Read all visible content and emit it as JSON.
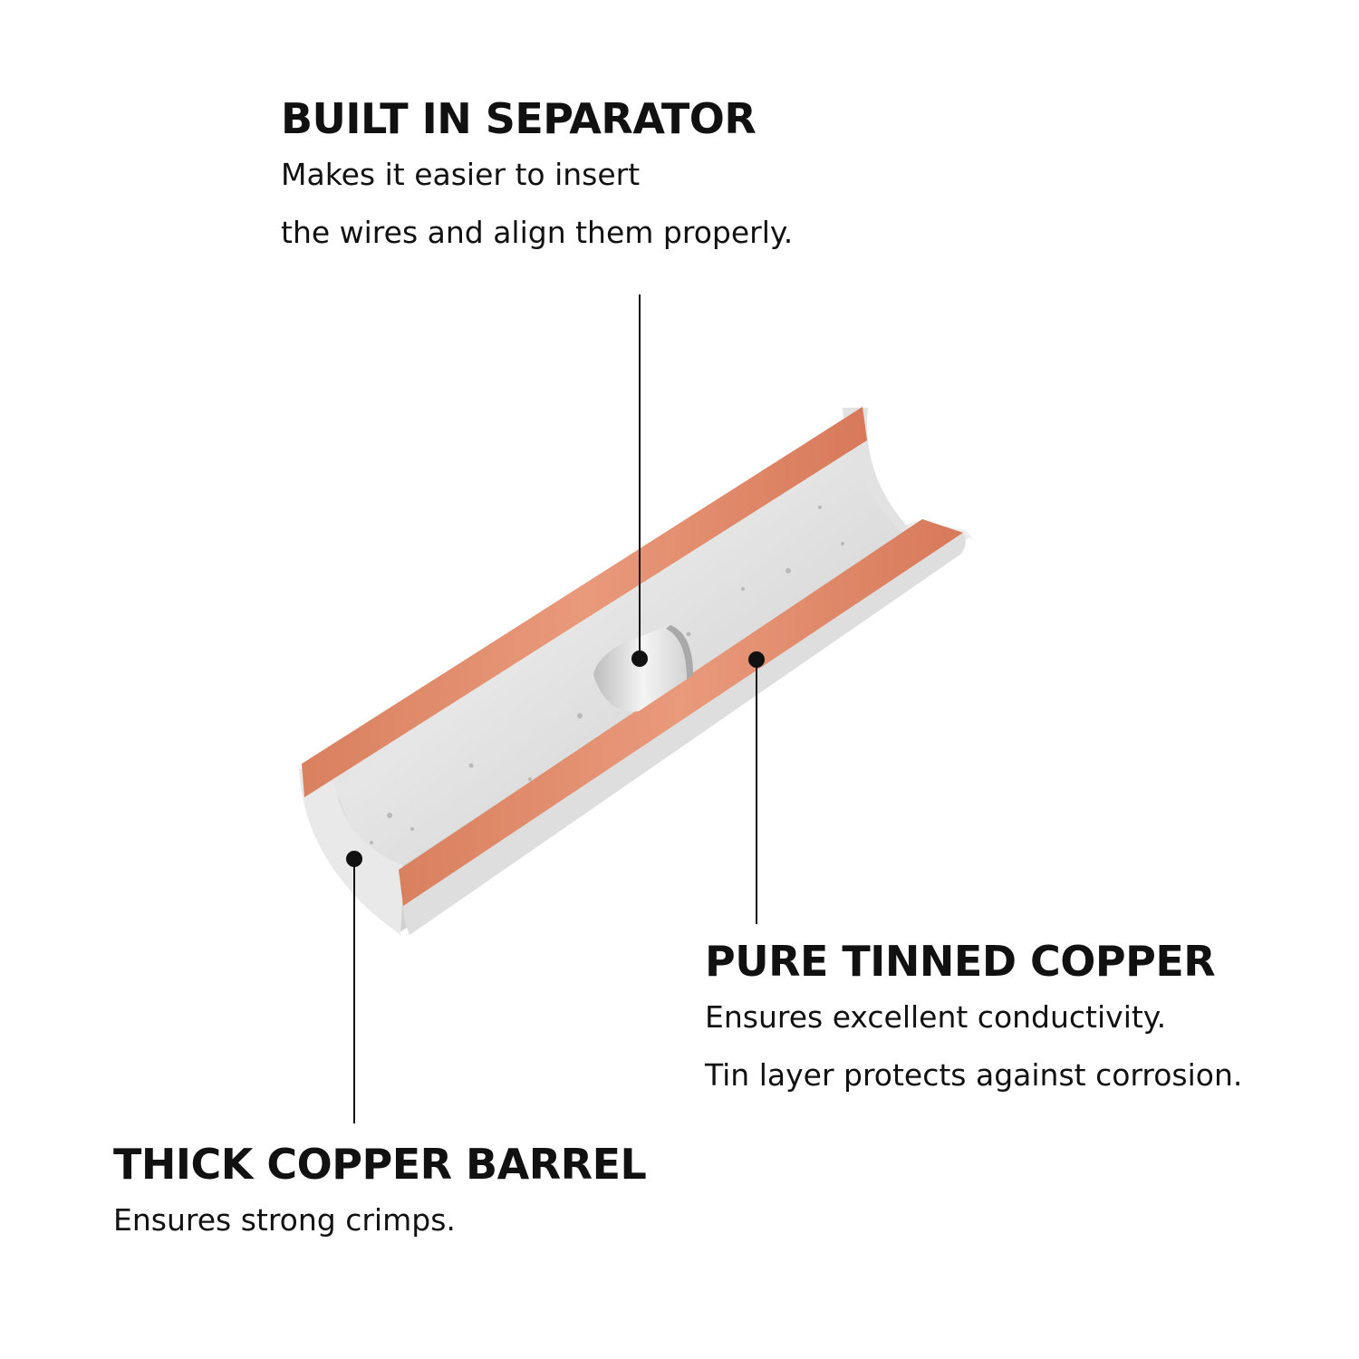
{
  "callouts": {
    "separator": {
      "title": "BUILT IN SEPARATOR",
      "line1": "Makes it easier to insert",
      "line2": "the wires and align them properly."
    },
    "copper": {
      "title": "PURE TINNED COPPER",
      "line1": "Ensures excellent conductivity.",
      "line2": "Tin layer protects against corrosion."
    },
    "barrel": {
      "title": "THICK COPPER BARREL",
      "line1": "Ensures strong crimps."
    }
  },
  "colors": {
    "copper": "#e0896a",
    "tin": "#d9d9d9",
    "leader": "#111111"
  }
}
